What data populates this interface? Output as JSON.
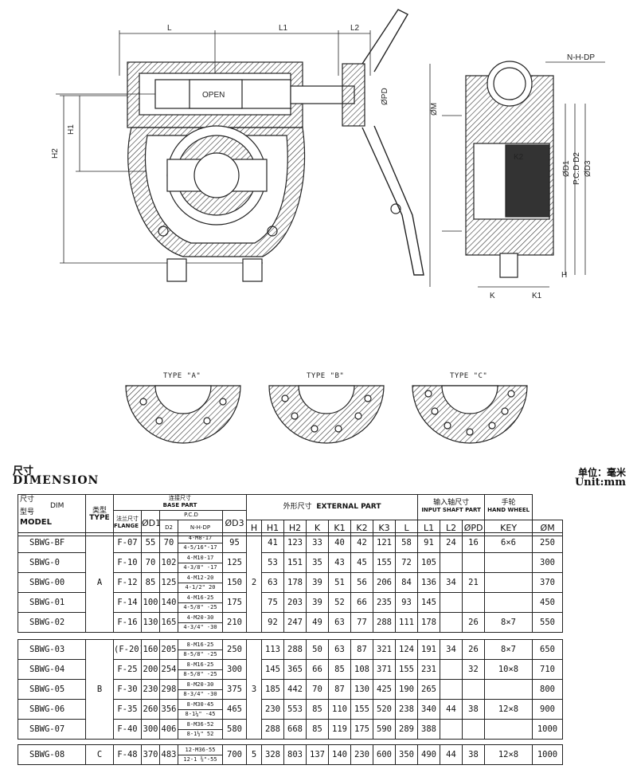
{
  "drawing": {
    "labels": {
      "L": "L",
      "L1": "L1",
      "L2": "L2",
      "H1": "H1",
      "H2": "H2",
      "open": "OPEN",
      "pd": "ØPD",
      "m": "ØM",
      "nhdp": "N-H-DP",
      "k2": "K2",
      "d1": "ØD1",
      "pcd": "P.C.D D2",
      "d3": "ØD3",
      "k": "K",
      "k1": "K1",
      "h": "H"
    },
    "types": [
      "TYPE \"A\"",
      "TYPE \"B\"",
      "TYPE \"C\""
    ]
  },
  "dimension": {
    "title_zh": "尺寸",
    "title_en": "DIMENSION",
    "unit_zh": "单位：毫米",
    "unit_en": "Unit:mm"
  },
  "headers": {
    "corner_zh": "尺寸",
    "corner_dim": "DIM",
    "model_zh": "型号",
    "model_en": "MODEL",
    "type_zh": "类型",
    "type_en": "TYPE",
    "flange_zh": "法兰尺寸",
    "flange_en": "FLANGE SIZE",
    "base_zh": "连接尺寸",
    "base_en": "BASE PART",
    "d1": "ØD1",
    "pcd": "P.C.D",
    "d2": "D2",
    "nhdp": "N-H-DP",
    "d3": "ØD3",
    "h": "H",
    "ext_zh": "外形尺寸",
    "ext_en": "EXTERNAL PART",
    "ext_cols": [
      "H1",
      "H2",
      "K",
      "K1",
      "K2",
      "K3",
      "L",
      "L1"
    ],
    "input_zh": "输入轴尺寸",
    "input_en": "INPUT SHAFT PART",
    "input_cols": [
      "L2",
      "ØPD",
      "KEY"
    ],
    "hw_zh": "手轮",
    "hw_en": "HAND WHEEL",
    "hw_col": "ØM"
  },
  "groups": [
    {
      "type": "A",
      "h": "2",
      "rows": [
        {
          "model": "SBWG-BF",
          "flange": "F-07",
          "d1": "55",
          "d2": "70",
          "nh": [
            "4-M8-17",
            "4-5/16\"-17"
          ],
          "d3": "95",
          "h1": "41",
          "h2": "123",
          "k": "33",
          "k1": "40",
          "k2": "42",
          "k3": "121",
          "l": "58",
          "l1": "91",
          "l2": "24",
          "pd": "16",
          "key": "6×6",
          "m": "250"
        },
        {
          "model": "SBWG-0",
          "flange": "F-10",
          "d1": "70",
          "d2": "102",
          "nh": [
            "4-M10-17",
            "4-3/8\" -17"
          ],
          "d3": "125",
          "h1": "53",
          "h2": "151",
          "k": "35",
          "k1": "43",
          "k2": "45",
          "k3": "155",
          "l": "72",
          "l1": "105",
          "l2": "",
          "pd": "",
          "key": "",
          "m": "300"
        },
        {
          "model": "SBWG-00",
          "flange": "F-12",
          "d1": "85",
          "d2": "125",
          "nh": [
            "4-M12-20",
            "4-1/2\" 20"
          ],
          "d3": "150",
          "h1": "63",
          "h2": "178",
          "k": "39",
          "k1": "51",
          "k2": "56",
          "k3": "206",
          "l": "84",
          "l1": "136",
          "l2": "34",
          "pd": "21",
          "key": "",
          "m": "370"
        },
        {
          "model": "SBWG-01",
          "flange": "F-14",
          "d1": "100",
          "d2": "140",
          "nh": [
            "4-M16-25",
            "4-5/8\" -25"
          ],
          "d3": "175",
          "h1": "75",
          "h2": "203",
          "k": "39",
          "k1": "52",
          "k2": "66",
          "k3": "235",
          "l": "93",
          "l1": "145",
          "l2": "",
          "pd": "",
          "key": "",
          "m": "450"
        },
        {
          "model": "SBWG-02",
          "flange": "F-16",
          "d1": "130",
          "d2": "165",
          "nh": [
            "4-M20-30",
            "4-3/4\" -30"
          ],
          "d3": "210",
          "h1": "92",
          "h2": "247",
          "k": "49",
          "k1": "63",
          "k2": "77",
          "k3": "288",
          "l": "111",
          "l1": "178",
          "l2": "",
          "pd": "26",
          "key": "8×7",
          "m": "550"
        }
      ]
    },
    {
      "type": "B",
      "h": "3",
      "rows": [
        {
          "model": "SBWG-03",
          "flange": "(F-20)",
          "d1": "160",
          "d2": "205",
          "nh": [
            "8-M16-25",
            "8-5/8\" -25"
          ],
          "d3": "250",
          "h1": "113",
          "h2": "288",
          "k": "50",
          "k1": "63",
          "k2": "87",
          "k3": "321",
          "l": "124",
          "l1": "191",
          "l2": "34",
          "pd": "26",
          "key": "8×7",
          "m": "650"
        },
        {
          "model": "SBWG-04",
          "flange": "F-25",
          "d1": "200",
          "d2": "254",
          "nh": [
            "8-M16-25",
            "8-5/8\" -25"
          ],
          "d3": "300",
          "h1": "145",
          "h2": "365",
          "k": "66",
          "k1": "85",
          "k2": "108",
          "k3": "371",
          "l": "155",
          "l1": "231",
          "l2": "",
          "pd": "32",
          "key": "10×8",
          "m": "710"
        },
        {
          "model": "SBWG-05",
          "flange": "F-30",
          "d1": "230",
          "d2": "298",
          "nh": [
            "8-M20-30",
            "8-3/4\" -30"
          ],
          "d3": "375",
          "h1": "185",
          "h2": "442",
          "k": "70",
          "k1": "87",
          "k2": "130",
          "k3": "425",
          "l": "190",
          "l1": "265",
          "l2": "",
          "pd": "",
          "key": "",
          "m": "800"
        },
        {
          "model": "SBWG-06",
          "flange": "F-35",
          "d1": "260",
          "d2": "356",
          "nh": [
            "8-M30-45",
            "8-1¼\" -45"
          ],
          "d3": "465",
          "h1": "230",
          "h2": "553",
          "k": "85",
          "k1": "110",
          "k2": "155",
          "k3": "520",
          "l": "238",
          "l1": "340",
          "l2": "44",
          "pd": "38",
          "key": "12×8",
          "m": "900"
        },
        {
          "model": "SBWG-07",
          "flange": "F-40",
          "d1": "300",
          "d2": "406",
          "nh": [
            "8-M36-52",
            "8-1½\" 52"
          ],
          "d3": "580",
          "h1": "288",
          "h2": "668",
          "k": "85",
          "k1": "119",
          "k2": "175",
          "k3": "590",
          "l": "289",
          "l1": "388",
          "l2": "",
          "pd": "",
          "key": "",
          "m": "1000"
        }
      ]
    },
    {
      "type": "C",
      "h": "5",
      "rows": [
        {
          "model": "SBWG-08",
          "flange": "F-48",
          "d1": "370",
          "d2": "483",
          "nh": [
            "12-M36-55",
            "12-1 ⅜\"-55"
          ],
          "d3": "700",
          "h1": "328",
          "h2": "803",
          "k": "137",
          "k1": "140",
          "k2": "230",
          "k3": "600",
          "l": "350",
          "l1": "490",
          "l2": "44",
          "pd": "38",
          "key": "12×8",
          "m": "1000"
        }
      ]
    }
  ]
}
